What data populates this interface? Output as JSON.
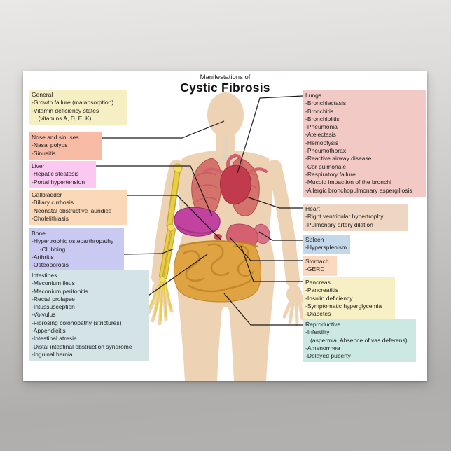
{
  "poster": {
    "title_small": "Manifestations of",
    "title_large": "Cystic Fibrosis"
  },
  "boxes": {
    "general": {
      "heading": "General",
      "color": "#F6EFC3",
      "items": [
        "-Growth failure (malabsorption)",
        "-Vitamin deficiency states",
        "    (vitamins A, D, E, K)"
      ]
    },
    "nose": {
      "heading": "Nose and sinuses",
      "color": "#F8BCA6",
      "items": [
        "-Nasal polyps",
        "-Sinusitis"
      ]
    },
    "liver": {
      "heading": "Liver",
      "color": "#FAC8F0",
      "items": [
        "-Hepatic steatosis",
        "-Portal hypertension"
      ]
    },
    "gallbladder": {
      "heading": "Gallbladder",
      "color": "#FAD8B8",
      "items": [
        "-Biliary cirrhosis",
        "-Neonatal obstructive jaundice",
        "-Cholelithiasis"
      ]
    },
    "bone": {
      "heading": "Bone",
      "color": "#C9C9F2",
      "items": [
        "-Hypertrophic osteoarthropathy",
        "     -Clubbing",
        "-Arthritis",
        "-Osteoporosis"
      ]
    },
    "intestines": {
      "heading": "Intestines",
      "color": "#D4E3E6",
      "items": [
        "-Meconium ileus",
        "-Meconium peritonitis",
        "-Rectal prolapse",
        "-Intussusception",
        "-Volvulus",
        "-Fibrosing colonopathy (strictures)",
        "-Appendicitis",
        "-Intestinal atresia",
        "-Distal intestinal obstruction syndrome",
        "-Inguinal hernia"
      ]
    },
    "lungs": {
      "heading": "Lungs",
      "color": "#F3C9C6",
      "items": [
        "-Bronchiectasis",
        "-Bronchitis",
        "-Bronchiolitis",
        "-Pneumonia",
        "-Atelectasis",
        "-Hemoptysis",
        "-Pneumothorax",
        "-Reactive airway disease",
        "-Cor pulmonale",
        "-Respiratory failure",
        "-Mucoid impaction of the bronchi",
        "-Allergic bronchopulmonary aspergillosis"
      ]
    },
    "heart": {
      "heading": " Heart",
      "color": "#EFD6C3",
      "items": [
        "-Right ventricular hypertrophy",
        "-Pulmonary artery dilation"
      ]
    },
    "spleen": {
      "heading": "Spleen",
      "color": "#C3D8E9",
      "items": [
        "-Hypersplenism"
      ]
    },
    "stomach": {
      "heading": "Stomach",
      "color": "#FAD9C0",
      "items": [
        "-GERD"
      ]
    },
    "pancreas": {
      "heading": "Pancreas",
      "color": "#F8F0C5",
      "items": [
        "-Pancreatitis",
        "-Insulin deficiency",
        "-Symptomatic hyperglycemia",
        "-Diabetes"
      ]
    },
    "reproductive": {
      "heading": " Reproductive",
      "color": "#CBE8E2",
      "items": [
        "-Infertility",
        "   (aspermia, Absence of vas deferens)",
        "-Amenorrhea",
        "-Delayed puberty"
      ]
    }
  },
  "illustration": {
    "colors": {
      "skin": "#EDD2B3",
      "bone": "#E9CE44",
      "bone_dark": "#C7A82E",
      "bone_light": "#F2DF60",
      "lung": "#D4726C",
      "lung_line": "#B04F4C",
      "heart": "#C13B4D",
      "vessel": "#D2606E",
      "trachea": "#E2D3BE",
      "liver": "#C2429F",
      "liver_dark": "#8E2D74",
      "stomach": "#D5606F",
      "spleen": "#D87287",
      "intestine": "#DFA342",
      "intestine_line": "#C08428",
      "connector": "#1A1A1A"
    }
  }
}
